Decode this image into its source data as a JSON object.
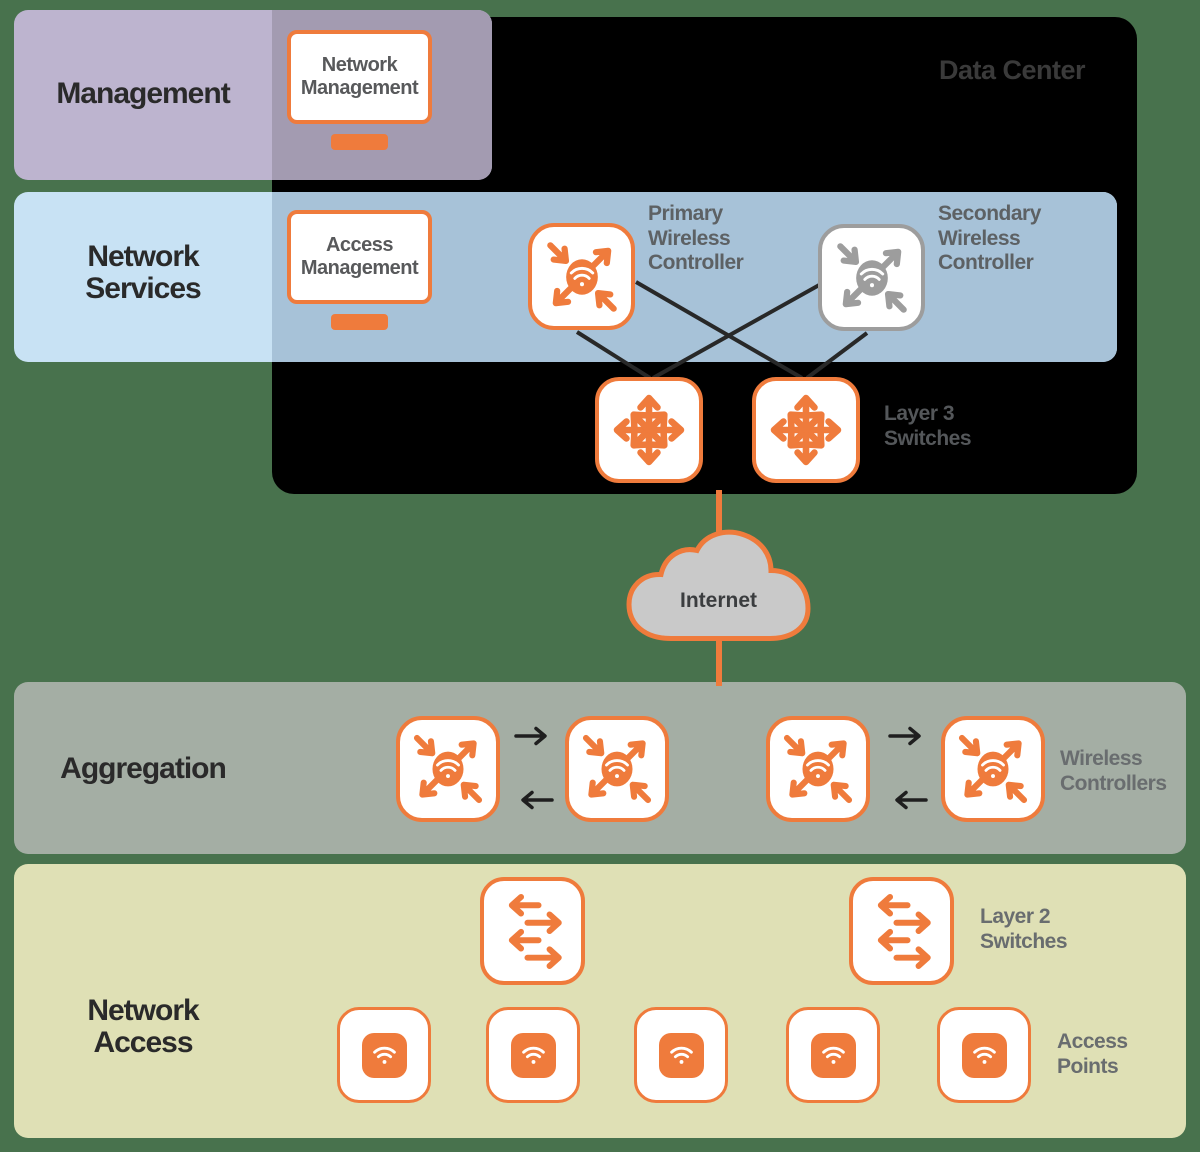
{
  "bands": {
    "management": {
      "label": "Management"
    },
    "network_services": {
      "line1": "Network",
      "line2": "Services"
    },
    "aggregation": {
      "label": "Aggregation"
    },
    "network_access": {
      "line1": "Network",
      "line2": "Access"
    }
  },
  "data_center": {
    "title": "Data Center"
  },
  "nodes": {
    "network_management": {
      "line1": "Network",
      "line2": "Management"
    },
    "access_management": {
      "line1": "Access",
      "line2": "Management"
    },
    "primary_wireless_controller": {
      "line1": "Primary",
      "line2": "Wireless",
      "line3": "Controller"
    },
    "secondary_wireless_controller": {
      "line1": "Secondary",
      "line2": "Wireless",
      "line3": "Controller"
    },
    "layer3_switches": {
      "line1": "Layer 3",
      "line2": "Switches"
    },
    "internet": {
      "label": "Internet"
    },
    "wireless_controllers": {
      "line1": "Wireless",
      "line2": "Controllers"
    },
    "layer2_switches": {
      "line1": "Layer 2",
      "line2": "Switches"
    },
    "access_points": {
      "line1": "Access",
      "line2": "Points"
    }
  },
  "colors": {
    "background": "#48724d",
    "data_center": "#000000",
    "management_band": "#bdb4cf",
    "management_overlap": "#a39bb1",
    "services_band": "#c8e2f4",
    "services_overlap": "#a7c2d8",
    "aggregation_band": "#a4aea4",
    "access_band": "#dfe0b5",
    "orange": "#ef7b3c",
    "gray_icon": "#9d9d9d",
    "line_black": "#282828",
    "cloud_gray": "#c9c9c9"
  }
}
